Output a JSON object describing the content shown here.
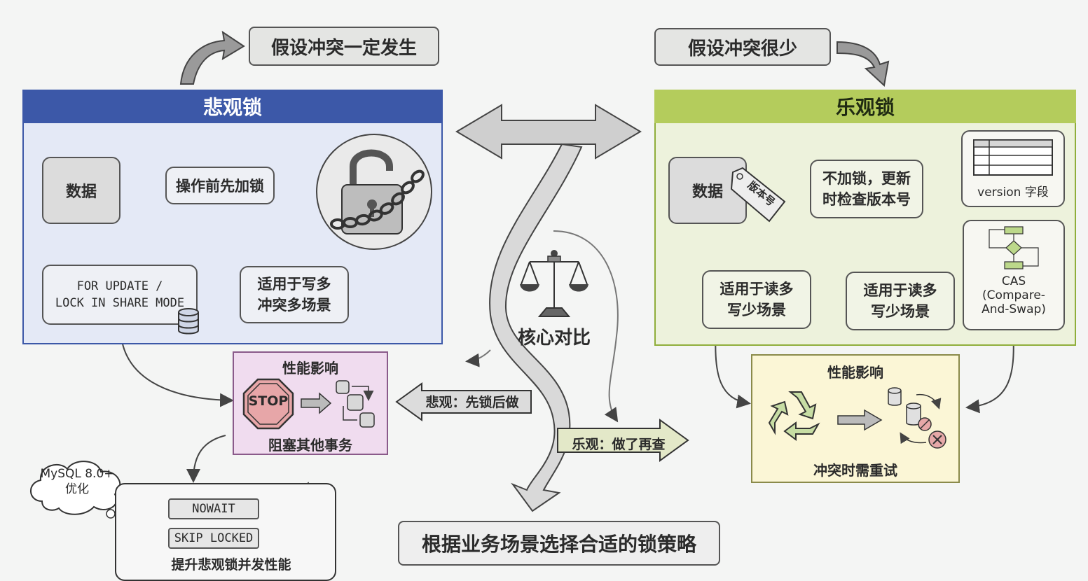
{
  "colors": {
    "pessimistic_header": "#3c58a8",
    "pessimistic_panel": "#e4e9f6",
    "optimistic_header": "#b4cc5c",
    "optimistic_panel": "#edf2dc",
    "perf_pink": "#f0dcef",
    "perf_yellow": "#fbf6d6",
    "banner": "#e4e5e3"
  },
  "top": {
    "left_banner": "假设冲突一定发生",
    "right_banner": "假设冲突很少"
  },
  "pessimistic": {
    "title": "悲观锁",
    "data": "数据",
    "lock_first": "操作前先加锁",
    "sql_line1": "FOR UPDATE /",
    "sql_line2": "LOCK IN SHARE MODE",
    "suits_line1": "适用于写多",
    "suits_line2": "冲突多场景"
  },
  "pess_perf": {
    "title": "性能影响",
    "stop": "STOP",
    "caption": "阻塞其他事务"
  },
  "mysql": {
    "bubble_line1": "MySQL 8.0+",
    "bubble_line2": "优化",
    "nowait": "NOWAIT",
    "skip_locked": "SKIP LOCKED",
    "caption": "提升悲观锁并发性能"
  },
  "center": {
    "label": "核心对比",
    "pess_arrow": "悲观：先锁后做",
    "opt_arrow": "乐观：做了再查"
  },
  "bottom": {
    "banner": "根据业务场景选择合适的锁策略"
  },
  "optimistic": {
    "title": "乐观锁",
    "data": "数据",
    "tag": "版本号",
    "no_lock_line1": "不加锁，更新",
    "no_lock_line2": "时检查版本号",
    "version_field": "version 字段",
    "cas_line1": "CAS",
    "cas_line2": "(Compare-",
    "cas_line3": "And-Swap)",
    "suits_a_line1": "适用于读多",
    "suits_a_line2": "写少场景",
    "suits_b_line1": "适用于读多",
    "suits_b_line2": "写少场景"
  },
  "opt_perf": {
    "title": "性能影响",
    "caption": "冲突时需重试"
  }
}
